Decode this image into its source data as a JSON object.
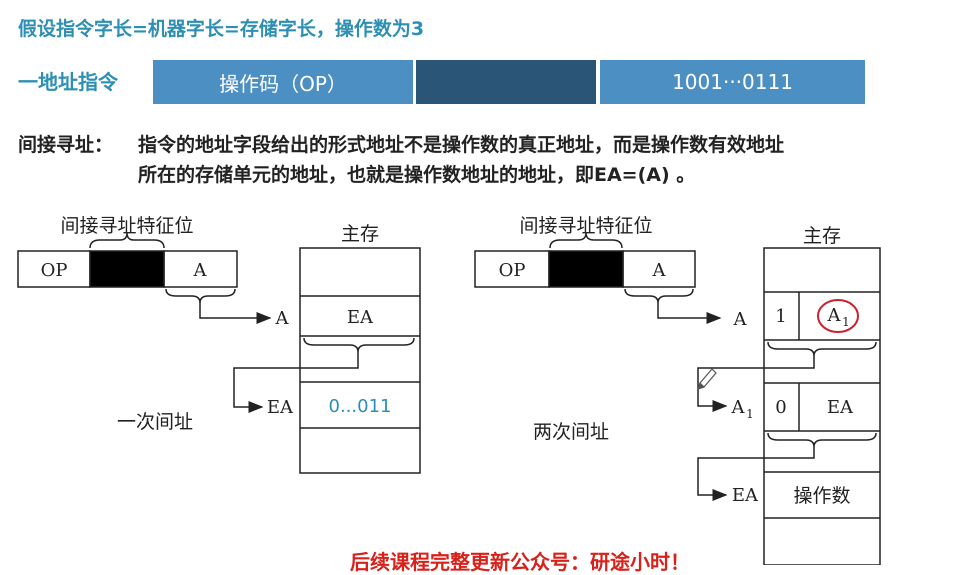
{
  "header": {
    "title": "假设指令字长=机器字长=存储字长，操作数为3",
    "instr_label": "一地址指令",
    "op_field": "操作码（OP）",
    "addr_field": "1001···0111"
  },
  "definition": {
    "head": "间接寻址：",
    "line1": "指令的地址字段给出的形式地址不是操作数的真正地址，而是操作数有效地址",
    "line2": "所在的存储单元的地址，也就是操作数地址的地址，即EA=(A) 。"
  },
  "left_diagram": {
    "feature_label": "间接寻址特征位",
    "op": "OP",
    "a": "A",
    "memory_label": "主存",
    "pointer_a": "A",
    "cell_ea": "EA",
    "pointer_ea": "EA",
    "cell_value": "0...011",
    "caption": "一次间址"
  },
  "right_diagram": {
    "feature_label": "间接寻址特征位",
    "op": "OP",
    "a": "A",
    "memory_label": "主存",
    "pointer_a": "A",
    "flag1": "1",
    "cell_a1": "A",
    "cell_a1_sub": "1",
    "pointer_a1": "A",
    "pointer_a1_sub": "1",
    "flag0": "0",
    "cell_ea": "EA",
    "pointer_ea": "EA",
    "cell_operand": "操作数",
    "caption": "两次间址"
  },
  "footer": {
    "note": "后续课程完整更新公众号：研途小时！"
  },
  "colors": {
    "title": "#2d8fb3",
    "bar_light": "#4c8fc3",
    "bar_dark": "#2b5576",
    "highlight_value": "#2d8fb3",
    "circle": "#cc1f2f",
    "note": "#d9211b"
  }
}
